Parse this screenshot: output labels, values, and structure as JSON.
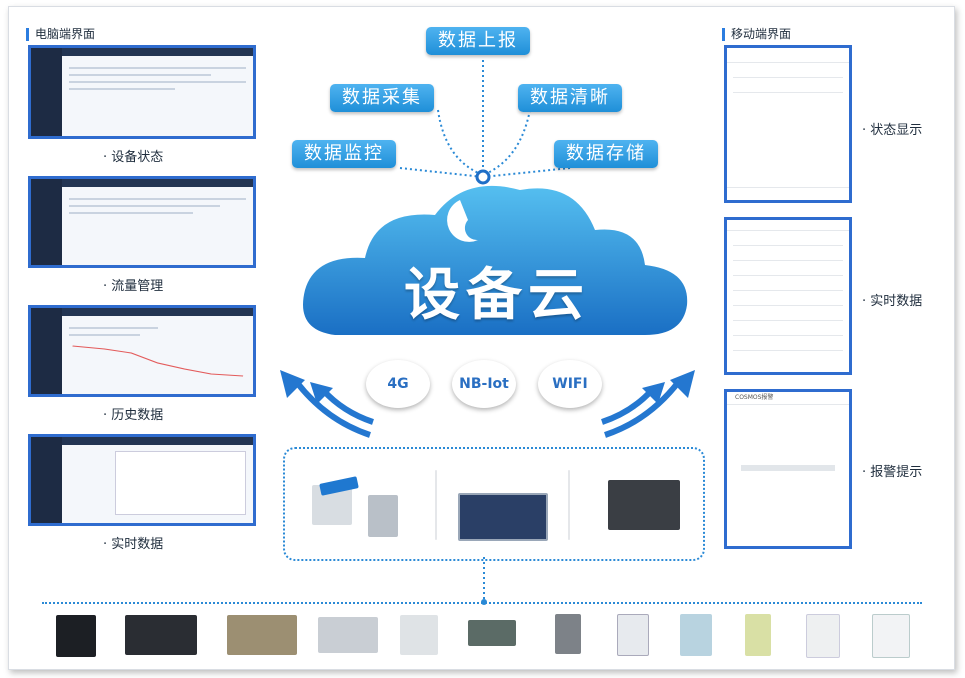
{
  "left_title": "电脑端界面",
  "right_title": "移动端界面",
  "pc_captions": [
    "· 设备状态",
    "· 流量管理",
    "· 历史数据",
    "· 实时数据"
  ],
  "mobile_captions": [
    "· 状态显示",
    "· 实时数据",
    "· 报警提示"
  ],
  "pills": {
    "top": "数据上报",
    "collect": "数据采集",
    "clear": "数据清晰",
    "monitor": "数据监控",
    "store": "数据存储"
  },
  "cloud_title": "设备云",
  "badges": [
    "4G",
    "NB-Iot",
    "WIFI"
  ],
  "mobile_alarm_header": "COSMOS报警"
}
